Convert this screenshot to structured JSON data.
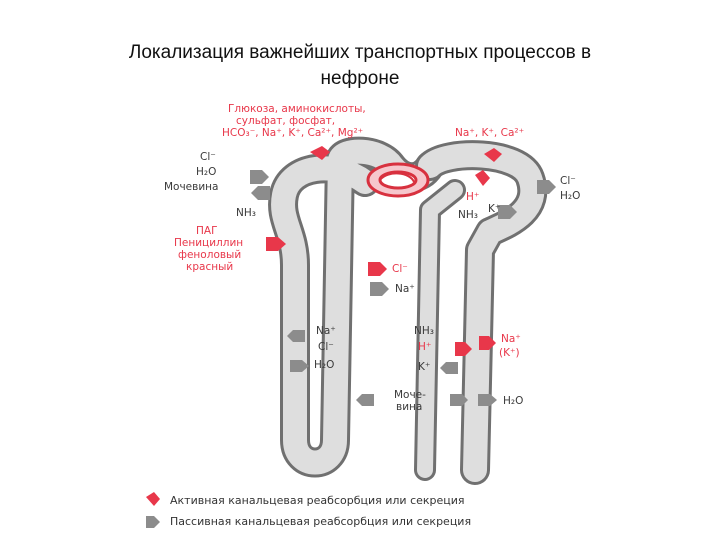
{
  "title": {
    "line1": "Локализация важнейших транспортных процессов в",
    "line2": "нефроне"
  },
  "labels": {
    "top_red_1": "Глюкоза, аминокислоты,",
    "top_red_2": "сульфат, фосфат,",
    "top_red_3": "HCO₃⁻, Na⁺, K⁺, Ca²⁺, Mg²⁺",
    "top_right_red": "Na⁺, K⁺, Ca²⁺",
    "left_cl": "Cl⁻",
    "left_h2o": "H₂O",
    "left_urea": "Мочевина",
    "left_nh3": "NH₃",
    "pag_1": "ПАГ",
    "pag_2": "Пенициллин",
    "pag_3": "феноловый",
    "pag_4": "красный",
    "asc_cl": "Cl⁻",
    "asc_na": "Na⁺",
    "desc_na": "Na⁺",
    "desc_cl": "Cl⁻",
    "desc_h2o": "H₂O",
    "dct_h": "H⁺",
    "dct_nh3": "NH₃",
    "dct_k": "K⁺",
    "right_cl": "Cl⁻",
    "right_h2o": "H₂O",
    "cd_nh3": "NH₃",
    "cd_h": "H⁺",
    "cd_k": "K⁺",
    "cd_na": "Na⁺",
    "cd_k_paren": "(K⁺)",
    "cd_urea_1": "Моче-",
    "cd_urea_2": "вина",
    "cd_h2o": "H₂O"
  },
  "legend": {
    "active": "Активная канальцевая реабсорбция или секреция",
    "passive": "Пассивная канальцевая реабсорбция или секреция"
  },
  "colors": {
    "active": "#e8374a",
    "passive": "#8c8c8c",
    "tubule_fill": "#dedede",
    "tubule_border": "#707070"
  }
}
